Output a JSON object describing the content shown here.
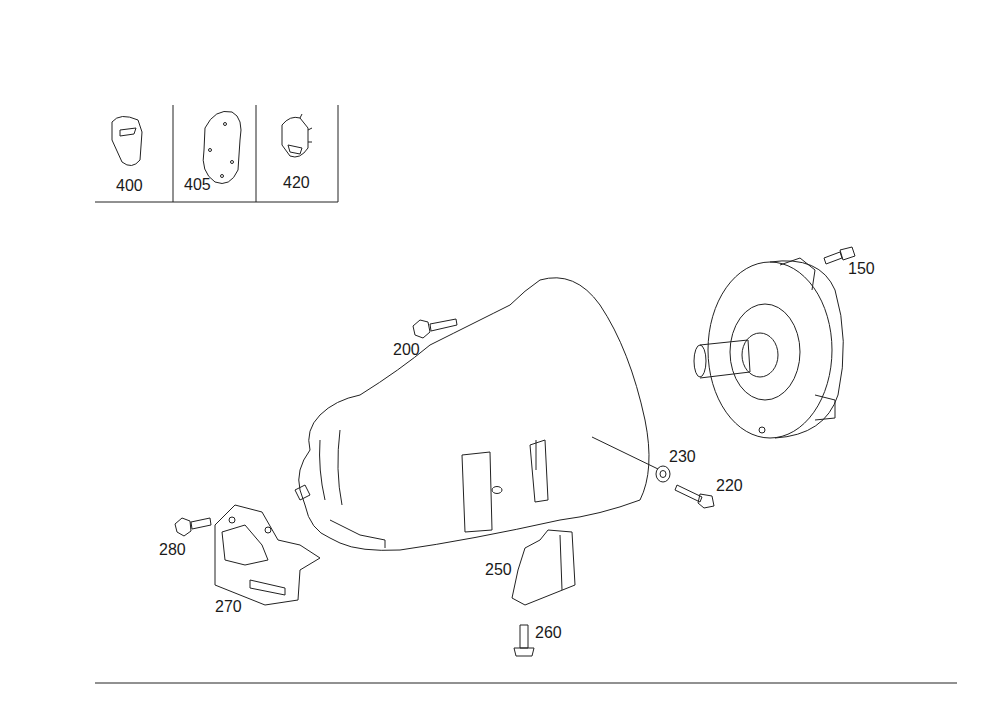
{
  "diagram": {
    "labels": [
      "400",
      "405",
      "420",
      "150",
      "200",
      "230",
      "220",
      "280",
      "250",
      "270",
      "260"
    ]
  }
}
